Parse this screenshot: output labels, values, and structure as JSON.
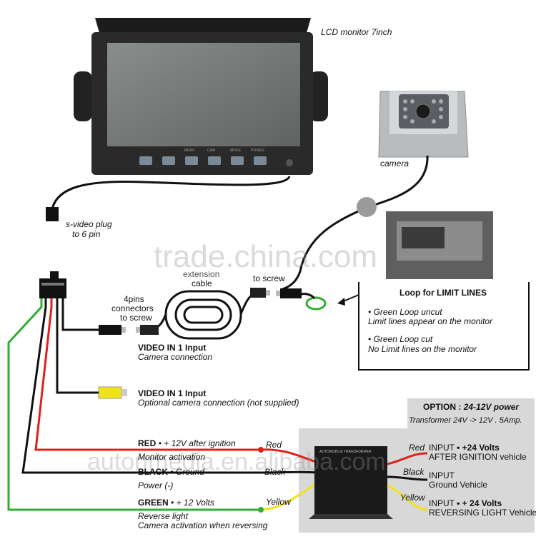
{
  "monitor": {
    "label": "LCD monitor 7inch",
    "buttons": [
      "MENU",
      "CAM",
      "MODE",
      "POWER"
    ]
  },
  "camera": {
    "label": "camera"
  },
  "svideo": {
    "label_line1": "s-video plug",
    "label_line2": "to 6 pin"
  },
  "extension": {
    "label_line1": "extension",
    "label_line2": "cable",
    "screw_label": "to screw"
  },
  "connectors": {
    "line1": "4pins",
    "line2": "connectors",
    "line3": "to screw"
  },
  "loop": {
    "title": "Loop for LIMIT LINES",
    "uncut_line1": "• Green Loop uncut",
    "uncut_line2": "Limit lines appear on the monitor",
    "cut_line1": "• Green Loop cut",
    "cut_line2": "No Limit lines on the monitor"
  },
  "video1": {
    "title": "VIDEO IN 1 Input",
    "subtitle": "Camera connection"
  },
  "video2": {
    "title": "VIDEO IN 1 Input",
    "subtitle": "Optional camera connection (not supplied)"
  },
  "wires": {
    "red_title": "RED",
    "red_desc": "• + 12V after ignition",
    "red_sub": "Monitor activation",
    "red_tag": "Red",
    "black_title": "BLACK",
    "black_desc": "• Ground",
    "black_sub": "Power (-)",
    "black_tag": "Black",
    "green_title": "GREEN",
    "green_desc": "• + 12 Volts",
    "green_sub1": "Reverse light",
    "green_sub2": "Camera activation when reversing",
    "yellow_tag": "Yellow"
  },
  "option": {
    "title_prefix": "OPTION :",
    "title_value": "24-12V power",
    "subtitle": "Transformer 24V -> 12V . 5Amp.",
    "box_label": "AUTOMOBILE TRANSFORMER",
    "red_tag": "Red",
    "black_tag": "Black",
    "yellow_tag": "Yellow",
    "in1_line1a": "INPUT",
    "in1_line1b": "• +24 Volts",
    "in1_line2": "AFTER IGNITION vehicle",
    "in2_line1": "INPUT",
    "in2_line2": "Ground Vehicle",
    "in3_line1a": "INPUT",
    "in3_line1b": "• + 24 Volts",
    "in3_line2": "REVERSING LIGHT Vehicle"
  },
  "watermarks": {
    "main": "trade.china.com",
    "lower": "autonmedia.en.alibaba.com"
  },
  "colors": {
    "red": "#e0201c",
    "green": "#2fae2f",
    "yellow": "#f2e21a",
    "black": "#111111",
    "option_bg": "#d8d8d8"
  }
}
